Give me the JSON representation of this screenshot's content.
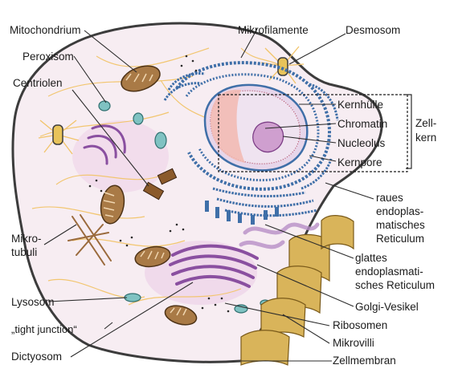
{
  "labels": {
    "mitochondrium": "Mitochondrium",
    "mikrofilamente": "Mikrofilamente",
    "desmosom": "Desmosom",
    "peroxisom": "Peroxisom",
    "centriolen": "Centriolen",
    "kernhuelle": "Kernhülle",
    "chromatin": "Chromatin",
    "nucleolus": "Nucleolus",
    "kernpore": "Kernpore",
    "zellkern_1": "Zell-",
    "zellkern_2": "kern",
    "raues_er_1": "raues",
    "raues_er_2": "endoplas-",
    "raues_er_3": "matisches",
    "raues_er_4": "Reticulum",
    "mikrotubuli_1": "Mikro-",
    "mikrotubuli_2": "tubuli",
    "glattes_er_1": "glattes",
    "glattes_er_2": "endoplasmati-",
    "glattes_er_3": "sches Reticulum",
    "lysosom": "Lysosom",
    "golgi_vesikel": "Golgi-Vesikel",
    "tight_junction": "„tight junction“",
    "ribosomen": "Ribosomen",
    "mikrovilli": "Mikrovilli",
    "dictyosom": "Dictyosom",
    "zellmembran": "Zellmembran"
  },
  "colors": {
    "cytoplasm": "#f7edf2",
    "membrane": "#3c3c3c",
    "nucleus": "#e7d6ea",
    "nucleolus": "#cf9fcf",
    "rough_er": "#3f6fa8",
    "golgi": "#8a4fa0",
    "mitochondrion": "#a97a46",
    "microvilli": "#d9b45a",
    "filaments": "#f2c46a",
    "vesicle": "#7fc2c2",
    "leader_line": "#2b2b2b"
  },
  "icons": [
    "cell-diagram"
  ]
}
